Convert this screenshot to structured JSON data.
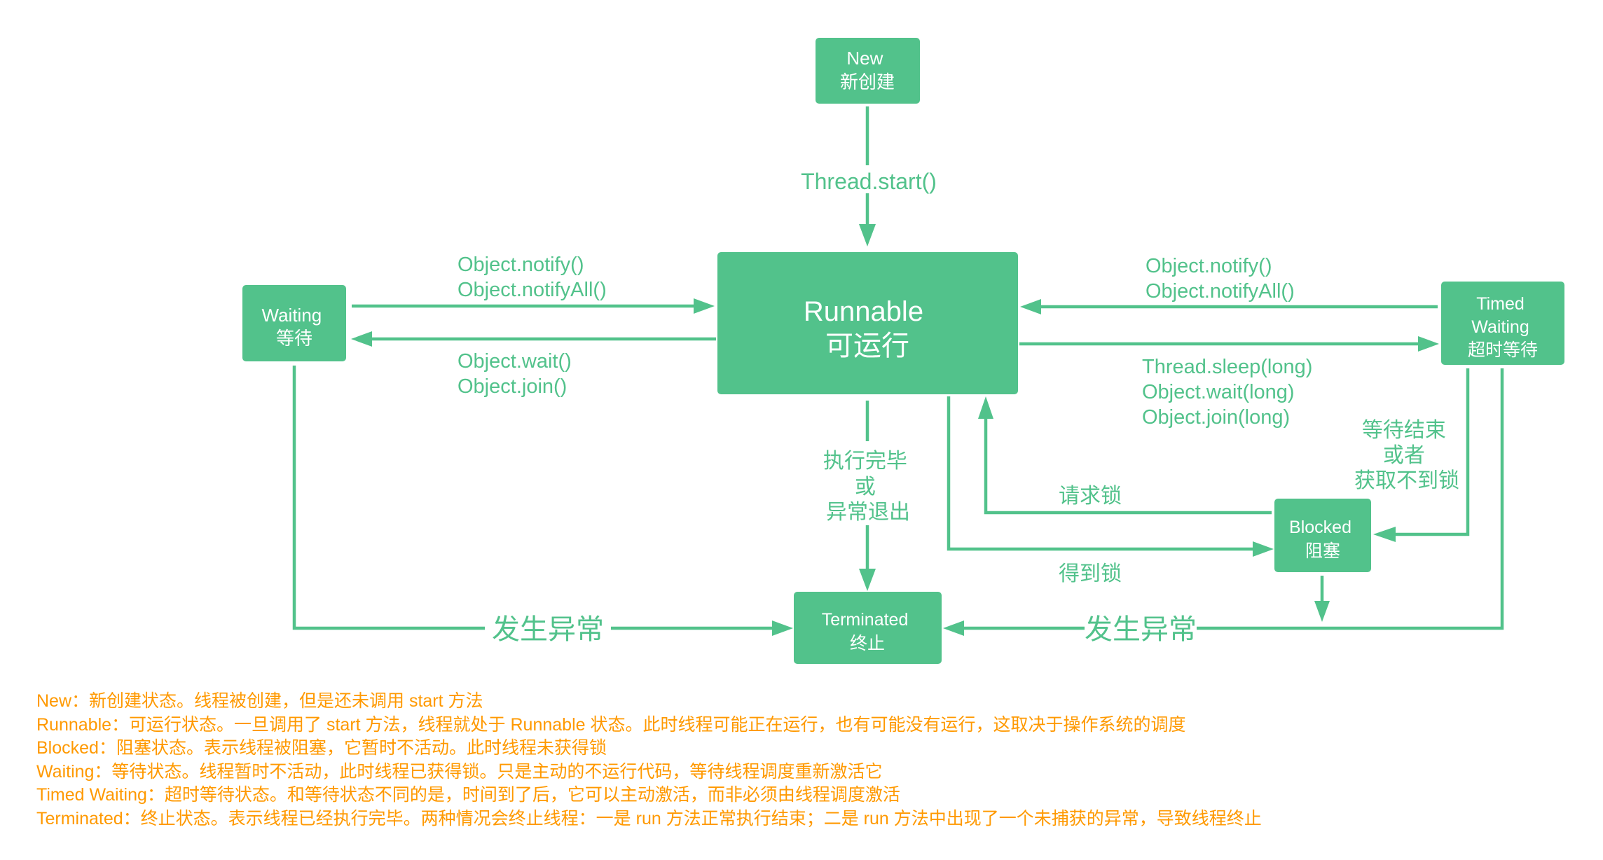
{
  "colors": {
    "node": "#52C28B",
    "edge": "#52C28B",
    "label": "#52C28B",
    "legend": "#FF9900",
    "node_text": "#FFFFFF"
  },
  "states": {
    "new": {
      "lines": [
        "New",
        "新创建"
      ]
    },
    "runnable": {
      "lines": [
        "Runnable",
        "可运行"
      ]
    },
    "waiting": {
      "lines": [
        "Waiting",
        "等待"
      ]
    },
    "timed_waiting": {
      "lines": [
        "Timed",
        "Waiting",
        "超时等待"
      ]
    },
    "blocked": {
      "lines": [
        "Blocked",
        "阻塞"
      ]
    },
    "terminated": {
      "lines": [
        "Terminated",
        "终止"
      ]
    }
  },
  "transitions": {
    "new_to_runnable": {
      "lines": [
        "Thread.start()"
      ]
    },
    "waiting_to_runnable": {
      "lines": [
        "Object.notify()",
        "Object.notifyAll()"
      ]
    },
    "runnable_to_waiting": {
      "lines": [
        "Object.wait()",
        "Object.join()"
      ]
    },
    "timed_to_runnable": {
      "lines": [
        "Object.notify()",
        "Object.notifyAll()"
      ]
    },
    "runnable_to_timed": {
      "lines": [
        "Thread.sleep(long)",
        "Object.wait(long)",
        "Object.join(long)"
      ]
    },
    "runnable_to_terminated": {
      "lines": [
        "执行完毕",
        "或",
        "异常退出"
      ]
    },
    "blocked_to_runnable": {
      "lines": [
        "请求锁"
      ]
    },
    "runnable_to_blocked": {
      "lines": [
        "得到锁"
      ]
    },
    "timed_to_blocked": {
      "lines": [
        "等待结束",
        "或者",
        "获取不到锁"
      ]
    },
    "waiting_to_terminated": {
      "lines": [
        "发生异常"
      ]
    },
    "timed_to_terminated": {
      "lines": [
        "发生异常"
      ]
    }
  },
  "legend": [
    "New：新创建状态。线程被创建，但是还未调用 start 方法",
    "Runnable：可运行状态。一旦调用了 start 方法，线程就处于 Runnable 状态。此时线程可能正在运行，也有可能没有运行，这取决于操作系统的调度",
    "Blocked：阻塞状态。表示线程被阻塞，它暂时不活动。此时线程未获得锁",
    "Waiting：等待状态。线程暂时不活动，此时线程已获得锁。只是主动的不运行代码，等待线程调度重新激活它",
    "Timed Waiting：超时等待状态。和等待状态不同的是，时间到了后，它可以主动激活，而非必须由线程调度激活",
    "Terminated：终止状态。表示线程已经执行完毕。两种情况会终止线程：一是 run 方法正常执行结束；二是 run 方法中出现了一个未捕获的异常，导致线程终止"
  ]
}
